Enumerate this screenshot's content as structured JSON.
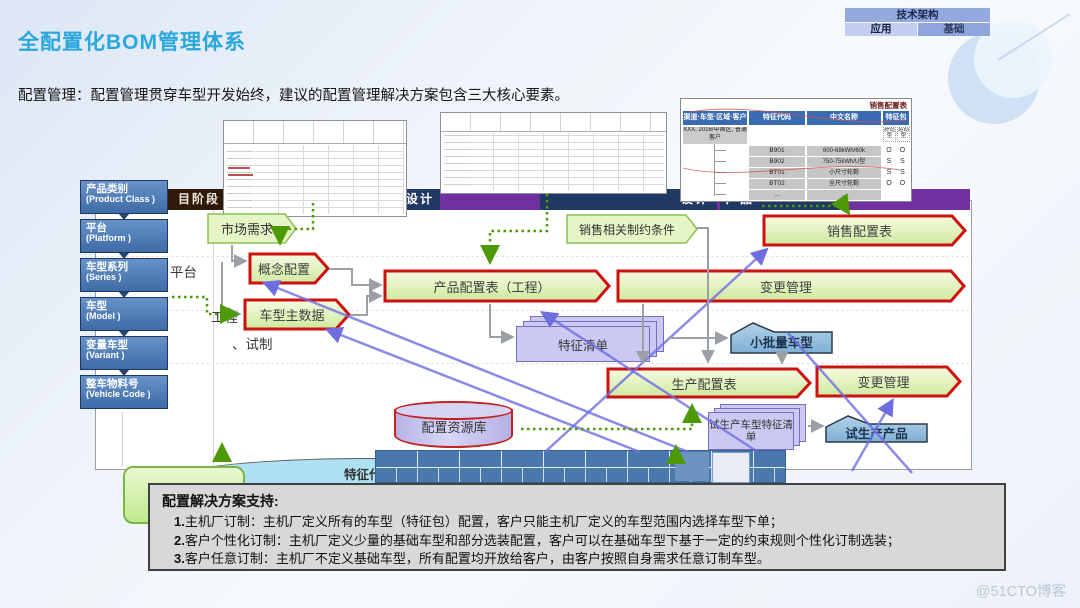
{
  "header": {
    "title": "全配置化BOM管理体系",
    "arch": {
      "title": "技术架构",
      "app": "应用",
      "base": "基础"
    }
  },
  "subtitle": "配置管理：配置管理贯穿车型开发始终，建议的配置管理解决方案包含三大核心要素。",
  "watermark": "@51CTO博客",
  "phase_bar": {
    "stage": "目阶段",
    "design1": "设计",
    "design2": "设计",
    "product": "产品"
  },
  "bg_labels": {
    "platform": "平台",
    "engineering": "工程",
    "trial": "、试制"
  },
  "sidebar": {
    "items": [
      {
        "title": "产品类别",
        "sub": "(Product Class )"
      },
      {
        "title": "平台",
        "sub": "(Platform )"
      },
      {
        "title": "车型系列",
        "sub": "(Series )"
      },
      {
        "title": "车型",
        "sub": "(Model )"
      },
      {
        "title": "变量车型",
        "sub": "(Variant )"
      },
      {
        "title": "整车物料号",
        "sub": "(Vehicle Code )"
      }
    ]
  },
  "sales_table": {
    "title": "销售配置表",
    "col_group": "渠道·车型·区域·客户",
    "col_code": "特征代码",
    "col_name": "中文名称",
    "col_pkg": "特征包",
    "group_cell": "XXX, 2016/中国区, 普通客户",
    "pkg_cols": [
      "舒适型",
      "运动型"
    ],
    "rows": [
      {
        "code": "B901",
        "name": "600-68kWh/60k",
        "v1": "O",
        "v2": "O"
      },
      {
        "code": "B902",
        "name": "750-75kWh/U型",
        "v1": "S",
        "v2": "S"
      },
      {
        "code": "BT01",
        "name": "小尺寸轮毂",
        "v1": "S",
        "v2": "S"
      },
      {
        "code": "BT02",
        "name": "全尺寸轮毂",
        "v1": "O",
        "v2": "O"
      },
      {
        "code": "…",
        "name": "…",
        "v1": "",
        "v2": ""
      }
    ]
  },
  "flow": {
    "market": "市场需求",
    "concept": "概念配置",
    "model_master": "车型主数据",
    "product_cfg": "产品配置表（工程）",
    "change_top": "变更管理",
    "sales_constraint": "销售相关制约条件",
    "sales_cfg": "销售配置表",
    "feature_list": "特征清单",
    "small_batch": "小批量车型",
    "prod_cfg": "生产配置表",
    "change_bottom": "变更管理",
    "cfg_repo": "配置资源库",
    "trial_feature": "试生产车型特征清单",
    "trial_product": "试生产产品",
    "feature_code": "特征代码"
  },
  "bottom_box": {
    "heading": "配置解决方案支持:",
    "items": [
      {
        "num": "1.",
        "text": "主机厂订制：主机厂定义所有的车型（特征包）配置，客户只能主机厂定义的车型范围内选择车型下单；"
      },
      {
        "num": "2.",
        "text": "客户个性化订制：主机厂定义少量的基础车型和部分选装配置，客户可以在基础车型下基于一定的约束规则个性化订制选装；"
      },
      {
        "num": "3.",
        "text": "客户任意订制：主机厂不定义基础车型，所有配置均开放给客户，由客户按照自身需求任意订制车型。"
      }
    ]
  },
  "colors": {
    "brand_cyan": "#2aa7dd",
    "box_border_red": "#cf1010",
    "box_fill_green": "#dff2ae",
    "sidebar_blue": "#3f6ba6",
    "doc_purple": "#cbc9f1",
    "banner_blue": "#8ab7da",
    "phase_purple": "#7030a0",
    "phase_navy": "#1f3864"
  }
}
